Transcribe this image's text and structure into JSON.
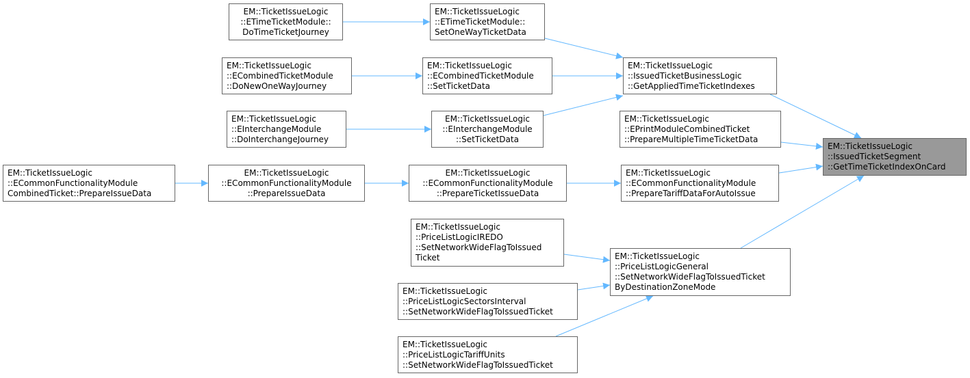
{
  "colors": {
    "edge": "#63b8ff",
    "node_border": "#666666",
    "root_fill": "#999999"
  },
  "nodes": [
    {
      "id": "n1",
      "lines": [
        "EM::TicketIssueLogic",
        "::ETimeTicketModule::",
        "DoTimeTicketJourney"
      ]
    },
    {
      "id": "n2",
      "lines": [
        "EM::TicketIssueLogic",
        "::ETimeTicketModule::",
        "SetOneWayTicketData"
      ]
    },
    {
      "id": "n3",
      "lines": [
        "EM::TicketIssueLogic",
        "::ECombinedTicketModule",
        "::DoNewOneWayJourney"
      ]
    },
    {
      "id": "n4",
      "lines": [
        "EM::TicketIssueLogic",
        "::ECombinedTicketModule",
        "::SetTicketData"
      ]
    },
    {
      "id": "n5",
      "lines": [
        "EM::TicketIssueLogic",
        "::IssuedTicketBusinessLogic",
        "::GetAppliedTimeTicketIndexes"
      ]
    },
    {
      "id": "n6",
      "lines": [
        "EM::TicketIssueLogic",
        "::EInterchangeModule",
        "::DoInterchangeJourney"
      ]
    },
    {
      "id": "n7",
      "lines": [
        "EM::TicketIssueLogic",
        "::EInterchangeModule",
        "::SetTicketData"
      ]
    },
    {
      "id": "n8",
      "lines": [
        "EM::TicketIssueLogic",
        "::EPrintModuleCombinedTicket",
        "::PrepareMultipleTimeTicketData"
      ]
    },
    {
      "id": "n9",
      "lines": [
        "EM::TicketIssueLogic",
        "::IssuedTicketSegment",
        "::GetTimeTicketIndexOnCard"
      ]
    },
    {
      "id": "n10",
      "lines": [
        "EM::TicketIssueLogic",
        "::ECommonFunctionalityModule",
        "CombinedTicket::PrepareIssueData"
      ]
    },
    {
      "id": "n11",
      "lines": [
        "EM::TicketIssueLogic",
        "::ECommonFunctionalityModule",
        "::PrepareIssueData"
      ]
    },
    {
      "id": "n12",
      "lines": [
        "EM::TicketIssueLogic",
        "::ECommonFunctionalityModule",
        "::PrepareTicketIssueData"
      ]
    },
    {
      "id": "n13",
      "lines": [
        "EM::TicketIssueLogic",
        "::ECommonFunctionalityModule",
        "::PrepareTariffDataForAutoIssue"
      ]
    },
    {
      "id": "n14",
      "lines": [
        "EM::TicketIssueLogic",
        "::PriceListLogicIREDO",
        "::SetNetworkWideFlagToIssued",
        "Ticket"
      ]
    },
    {
      "id": "n15",
      "lines": [
        "EM::TicketIssueLogic",
        "::PriceListLogicGeneral",
        "::SetNetworkWideFlagToIssuedTicket",
        "ByDestinationZoneMode"
      ]
    },
    {
      "id": "n16",
      "lines": [
        "EM::TicketIssueLogic",
        "::PriceListLogicSectorsInterval",
        "::SetNetworkWideFlagToIssuedTicket"
      ]
    },
    {
      "id": "n17",
      "lines": [
        "EM::TicketIssueLogic",
        "::PriceListLogicTariffUnits",
        "::SetNetworkWideFlagToIssuedTicket"
      ]
    }
  ],
  "edges": [
    {
      "from": "n1",
      "to": "n2"
    },
    {
      "from": "n2",
      "to": "n5"
    },
    {
      "from": "n3",
      "to": "n4"
    },
    {
      "from": "n4",
      "to": "n5"
    },
    {
      "from": "n6",
      "to": "n7"
    },
    {
      "from": "n7",
      "to": "n5"
    },
    {
      "from": "n5",
      "to": "n9"
    },
    {
      "from": "n8",
      "to": "n9"
    },
    {
      "from": "n10",
      "to": "n11"
    },
    {
      "from": "n11",
      "to": "n12"
    },
    {
      "from": "n12",
      "to": "n13"
    },
    {
      "from": "n13",
      "to": "n9"
    },
    {
      "from": "n14",
      "to": "n15"
    },
    {
      "from": "n16",
      "to": "n15"
    },
    {
      "from": "n17",
      "to": "n15"
    },
    {
      "from": "n15",
      "to": "n9"
    }
  ]
}
